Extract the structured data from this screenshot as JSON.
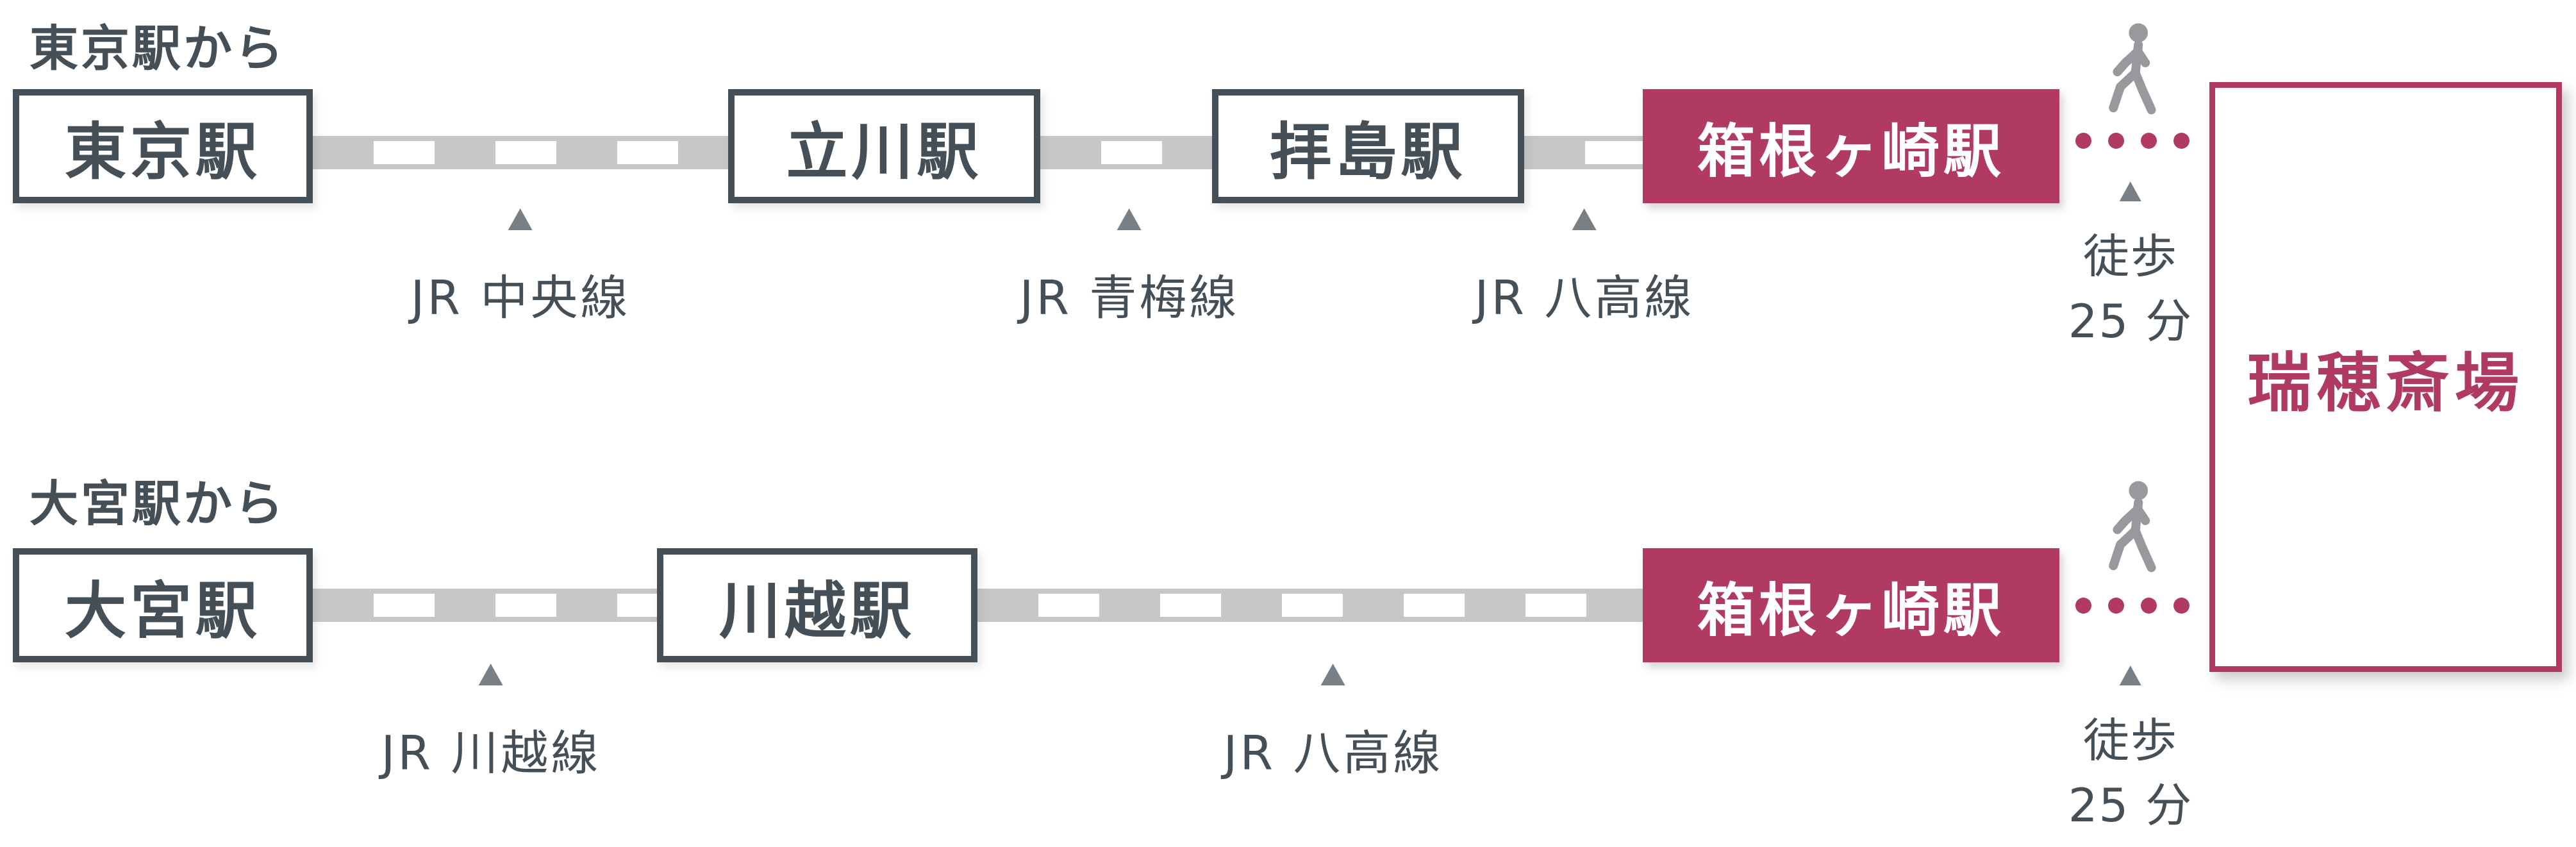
{
  "colors": {
    "dark_slate": "#454f57",
    "track_gray": "#c6c7c9",
    "accent_magenta": "#b03a64",
    "walk_icon_gray": "#97999c",
    "arrow_gray": "#787f85",
    "background": "#ffffff"
  },
  "destination": {
    "name": "瑞穂斎場"
  },
  "routes": [
    {
      "heading": "東京駅から",
      "stations": [
        {
          "name": "東京駅",
          "highlight": false
        },
        {
          "name": "立川駅",
          "highlight": false
        },
        {
          "name": "拝島駅",
          "highlight": false
        },
        {
          "name": "箱根ヶ崎駅",
          "highlight": true
        }
      ],
      "lines": [
        {
          "name": "JR 中央線"
        },
        {
          "name": "JR 青梅線"
        },
        {
          "name": "JR 八高線"
        }
      ],
      "walk": {
        "label": "徒歩",
        "time": "25 分"
      }
    },
    {
      "heading": "大宮駅から",
      "stations": [
        {
          "name": "大宮駅",
          "highlight": false
        },
        {
          "name": "川越駅",
          "highlight": false
        },
        {
          "name": "箱根ヶ崎駅",
          "highlight": true
        }
      ],
      "lines": [
        {
          "name": "JR 川越線"
        },
        {
          "name": "JR 八高線"
        }
      ],
      "walk": {
        "label": "徒歩",
        "time": "25 分"
      }
    }
  ]
}
